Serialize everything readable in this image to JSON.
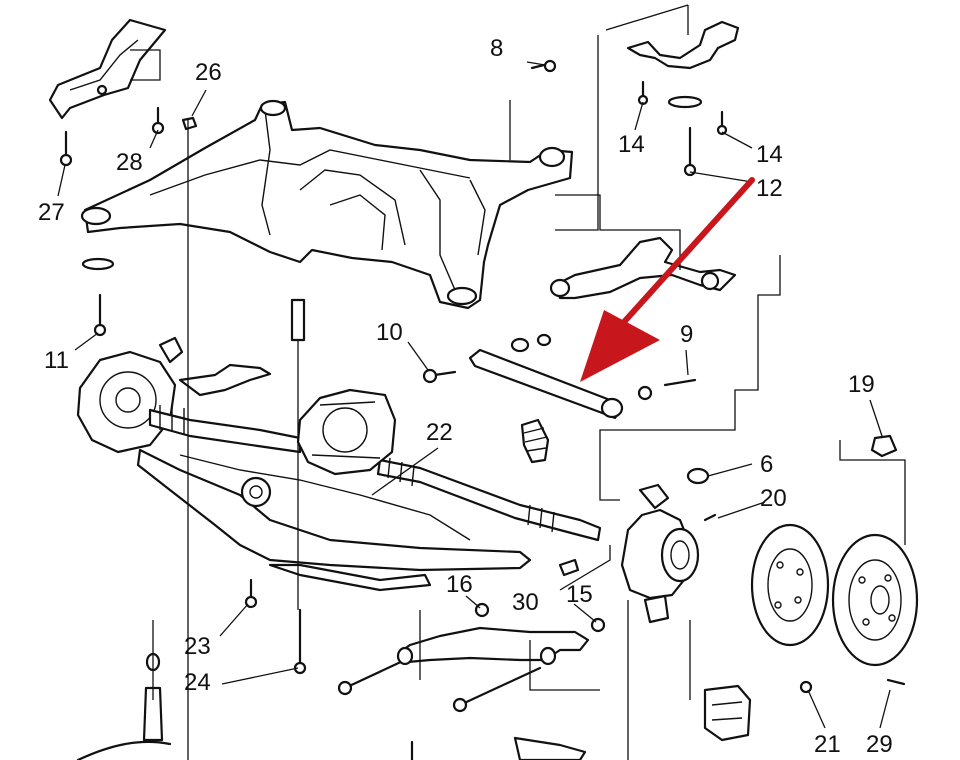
{
  "callouts": [
    {
      "id": "c8",
      "label": "8"
    },
    {
      "id": "c26",
      "label": "26"
    },
    {
      "id": "c28",
      "label": "28"
    },
    {
      "id": "c27",
      "label": "27"
    },
    {
      "id": "c11",
      "label": "11"
    },
    {
      "id": "c14a",
      "label": "14"
    },
    {
      "id": "c14b",
      "label": "14"
    },
    {
      "id": "c12",
      "label": "12"
    },
    {
      "id": "c10",
      "label": "10"
    },
    {
      "id": "c9",
      "label": "9"
    },
    {
      "id": "c19",
      "label": "19"
    },
    {
      "id": "c22",
      "label": "22"
    },
    {
      "id": "c6",
      "label": "6"
    },
    {
      "id": "c20",
      "label": "20"
    },
    {
      "id": "c16",
      "label": "16"
    },
    {
      "id": "c30",
      "label": "30"
    },
    {
      "id": "c15",
      "label": "15"
    },
    {
      "id": "c23",
      "label": "23"
    },
    {
      "id": "c24",
      "label": "24"
    },
    {
      "id": "c21",
      "label": "21"
    },
    {
      "id": "c29",
      "label": "29"
    }
  ],
  "highlight_arrow_color": "#c8161d",
  "line_color": "#111111"
}
